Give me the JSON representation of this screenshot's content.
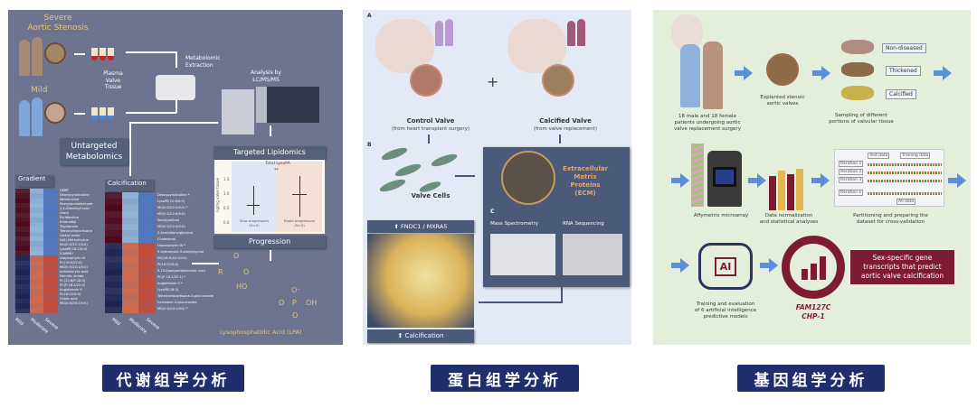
{
  "metabolomics": {
    "severe_label": "Severe\nAortic Stenosis",
    "mild_label": "Mild",
    "samples_label": "Plasma\nValve\nTissue",
    "extraction_label": "Metabolomic\nExtraction",
    "analysis_label": "Analysis by\nLC/MS/MS",
    "untargeted_label": "Untargeted\nMetabolomics",
    "gradient_title": "Gradient",
    "gradient_rows": [
      "OMPF",
      "Deoxypyridinoline",
      "Ketoleucine",
      "Phenylacetaldehyde",
      "2,4-Dimethylfuran",
      "Uracil",
      "Pyridinoline",
      "Enterodiol",
      "Tryptamine",
      "Tetrahydrocortisone",
      "Linalyl oxide",
      "N(6)-Methyllysine",
      "MG(0:0/22:1/0:0)",
      "LysoPE(18:2/0:0)",
      "5-AMMU",
      "Uroporphyrin III",
      "PC(18:0/22:0)",
      "MG(0:0/24:1/0:0)",
      "Indoleacrylic acid",
      "Palmitic amide",
      "PC(22:6/P-18:0)",
      "PC(P-18:1/22:0)",
      "Angiotensin II",
      "PI(16:0/18:0)",
      "Cholic acid",
      "MG(0:0/20:1/0:0)"
    ],
    "calcification_title": "Calcification",
    "calcification_rows": [
      "Deoxypyridinoline *",
      "LysoPE(22:6/0:0)",
      "MG(0:0/22:5/0:0) *",
      "MG(0:0/22:6/0:0)",
      "Seryl(proline)",
      "MG(0:0/22:4/0:0)",
      "2-Arachidonylglycerol",
      "Cholesterol",
      "Uroporphyrin III *",
      "5-hydroxyoct-5-enoylglycine",
      "DG(16:0/18:1/0:0)",
      "PI(16:0/18:0)",
      "9,10-Epoxyoctadecenoic acid",
      "PC(P-18:1/22:1) *",
      "Angiotensin II *",
      "LysoPE(18:3)",
      "Tetrahydrocortisone-3-glucuronide",
      "Cortolone-3-glucuronide",
      "MG(0:0/24:1/0:0) *"
    ],
    "heatmap_columns": [
      "Mild",
      "Moderate",
      "Severe"
    ],
    "targeted_label": "Targeted Lipidomics",
    "chart_title": "Total LysoPA",
    "chart_ylabel": "ng/mg valve tissue",
    "chart_yticks": [
      "1.5",
      "1.0",
      "0.5",
      "0.0"
    ],
    "chart_sig": "**",
    "groups": [
      {
        "name": "Slow progressors",
        "n": "(N=5)"
      },
      {
        "name": "Rapid progressors",
        "n": "(N=5)"
      }
    ],
    "progression_label": "Progression",
    "lpa_atoms": {
      "o_top": "O",
      "r": "R",
      "o_ester": "O",
      "ho": "HO",
      "o_minus": "O⁻",
      "o_link": "O",
      "p": "P",
      "oh": "OH",
      "o_bottom": "O"
    },
    "lpa_label": "Lysophosphatidic Acid (LPA)"
  },
  "proteomics": {
    "label_a": "A",
    "label_b": "B",
    "label_c": "C",
    "plus": "+",
    "control_title": "Control Valve",
    "control_sub": "(from heart transplant surgery)",
    "calcified_title": "Calcified Valve",
    "calcified_sub": "(from valve replacement)",
    "cells_label": "Valve Cells",
    "ecm_label": "Extracellular\nMatrix\nProteins\n(ECM)",
    "mass_spec": "Mass Spectrometry",
    "rna_seq": "RNA Sequencing",
    "fndc1": "FNDC1 / MXRA5",
    "calcification": "Calcification"
  },
  "genomics": {
    "patients": "18 male and 18 female\npatients undergoing aortic\nvalve replacement surgery",
    "explanted": "Explanted stenoic\naortic valves",
    "tissue_types": [
      "Non-diseased",
      "Thickened",
      "Calcified"
    ],
    "sampling": "Sampling of different\nportions of valvular tissue",
    "microarray": "Affymetrix microarray",
    "normalization": "Data normalization\nand statistical analyses",
    "test_data": "Test data",
    "training_data": "Training data",
    "iterations": [
      "Iteration 1",
      "Iteration 2",
      "Iteration 3",
      "Iteration k"
    ],
    "all_data": "All data",
    "partitioning": "Partitioning and preparing the\ndataset for cross-validation",
    "ai_chip": "AI",
    "training": "Training and evaluation\nof 6 artificial intelligence\npredictive models",
    "genes": "FAM127C\nCHP-1",
    "result": "Sex-specific gene\ntranscripts that predict\naortic valve calcification"
  },
  "captions": [
    "代谢组学分析",
    "蛋白组学分析",
    "基因组学分析"
  ]
}
